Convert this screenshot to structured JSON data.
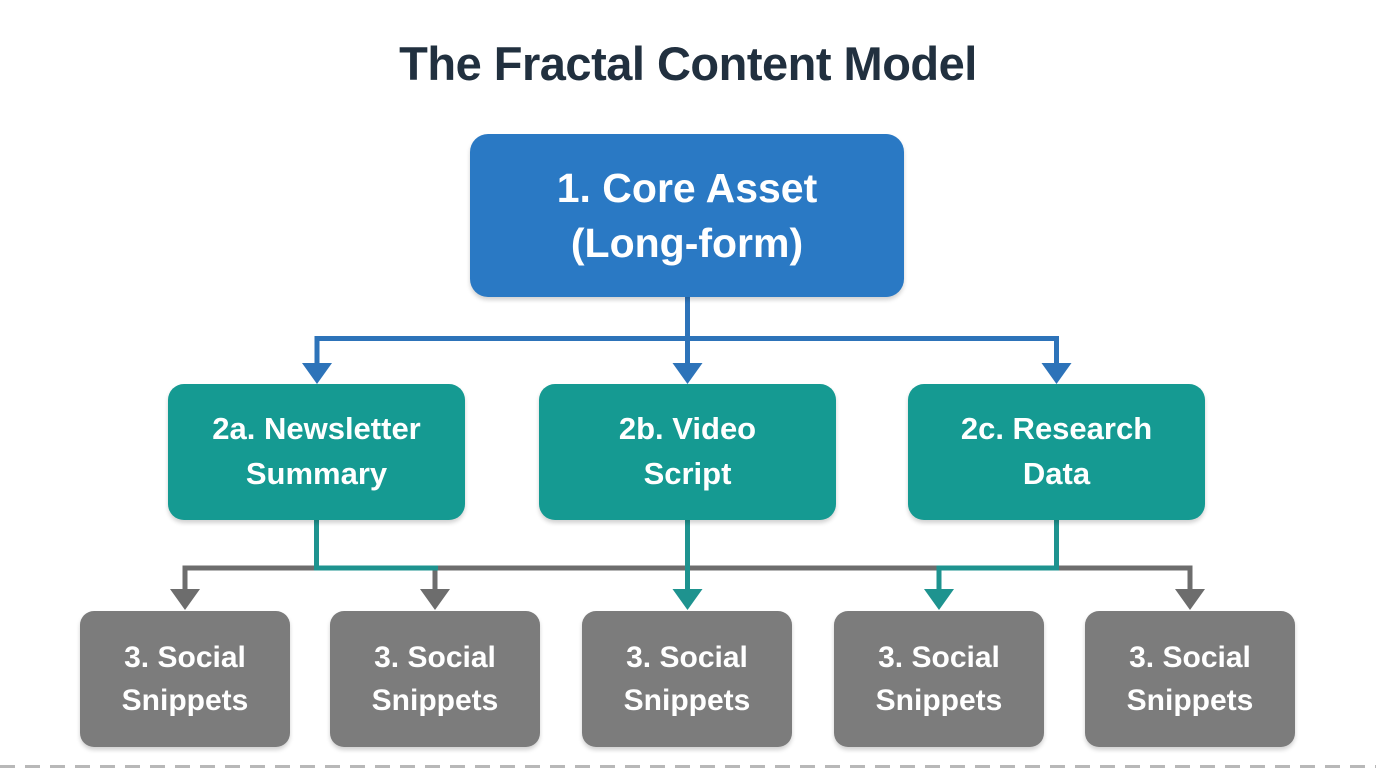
{
  "title": "The Fractal Content Model",
  "nodes": {
    "core": {
      "line1": "1. Core Asset",
      "line2": "(Long-form)"
    },
    "level2": [
      {
        "line1": "2a. Newsletter",
        "line2": "Summary"
      },
      {
        "line1": "2b. Video",
        "line2": "Script"
      },
      {
        "line1": "2c. Research",
        "line2": "Data"
      }
    ],
    "level3": [
      {
        "line1": "3. Social",
        "line2": "Snippets"
      },
      {
        "line1": "3. Social",
        "line2": "Snippets"
      },
      {
        "line1": "3. Social",
        "line2": "Snippets"
      },
      {
        "line1": "3. Social",
        "line2": "Snippets"
      },
      {
        "line1": "3. Social",
        "line2": "Snippets"
      }
    ]
  },
  "colors": {
    "title_text": "#21303f",
    "node_text": "#ffffff",
    "core_fill": "#2a79c4",
    "level2_fill": "#159a92",
    "level3_fill": "#7c7c7c",
    "connector_blue": "#2d73b9",
    "connector_teal": "#1e938f",
    "connector_gray": "#6d6d6d"
  }
}
